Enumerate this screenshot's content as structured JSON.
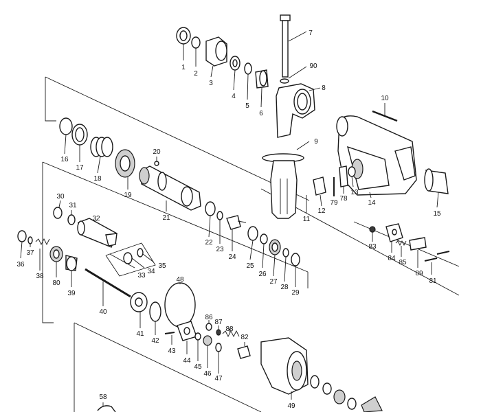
{
  "parts": [
    {
      "num": "1"
    },
    {
      "num": "2"
    },
    {
      "num": "3"
    },
    {
      "num": "4"
    },
    {
      "num": "5"
    },
    {
      "num": "6"
    },
    {
      "num": "7"
    },
    {
      "num": "90"
    },
    {
      "num": "8"
    },
    {
      "num": "9"
    },
    {
      "num": "10"
    },
    {
      "num": "16"
    },
    {
      "num": "17"
    },
    {
      "num": "18"
    },
    {
      "num": "19"
    },
    {
      "num": "20"
    },
    {
      "num": "21"
    },
    {
      "num": "11"
    },
    {
      "num": "12"
    },
    {
      "num": "79"
    },
    {
      "num": "78"
    },
    {
      "num": "13"
    },
    {
      "num": "14"
    },
    {
      "num": "15"
    },
    {
      "num": "30"
    },
    {
      "num": "31"
    },
    {
      "num": "32"
    },
    {
      "num": "22"
    },
    {
      "num": "23"
    },
    {
      "num": "24"
    },
    {
      "num": "25"
    },
    {
      "num": "26"
    },
    {
      "num": "27"
    },
    {
      "num": "28"
    },
    {
      "num": "29"
    },
    {
      "num": "36"
    },
    {
      "num": "37"
    },
    {
      "num": "38"
    },
    {
      "num": "80"
    },
    {
      "num": "39"
    },
    {
      "num": "35"
    },
    {
      "num": "34"
    },
    {
      "num": "33"
    },
    {
      "num": "40"
    },
    {
      "num": "48"
    },
    {
      "num": "41"
    },
    {
      "num": "42"
    },
    {
      "num": "43"
    },
    {
      "num": "44"
    },
    {
      "num": "45"
    },
    {
      "num": "46"
    },
    {
      "num": "47"
    },
    {
      "num": "86"
    },
    {
      "num": "87"
    },
    {
      "num": "88"
    },
    {
      "num": "82"
    },
    {
      "num": "83"
    },
    {
      "num": "84"
    },
    {
      "num": "85"
    },
    {
      "num": "89"
    },
    {
      "num": "81"
    },
    {
      "num": "49"
    },
    {
      "num": "58"
    }
  ]
}
